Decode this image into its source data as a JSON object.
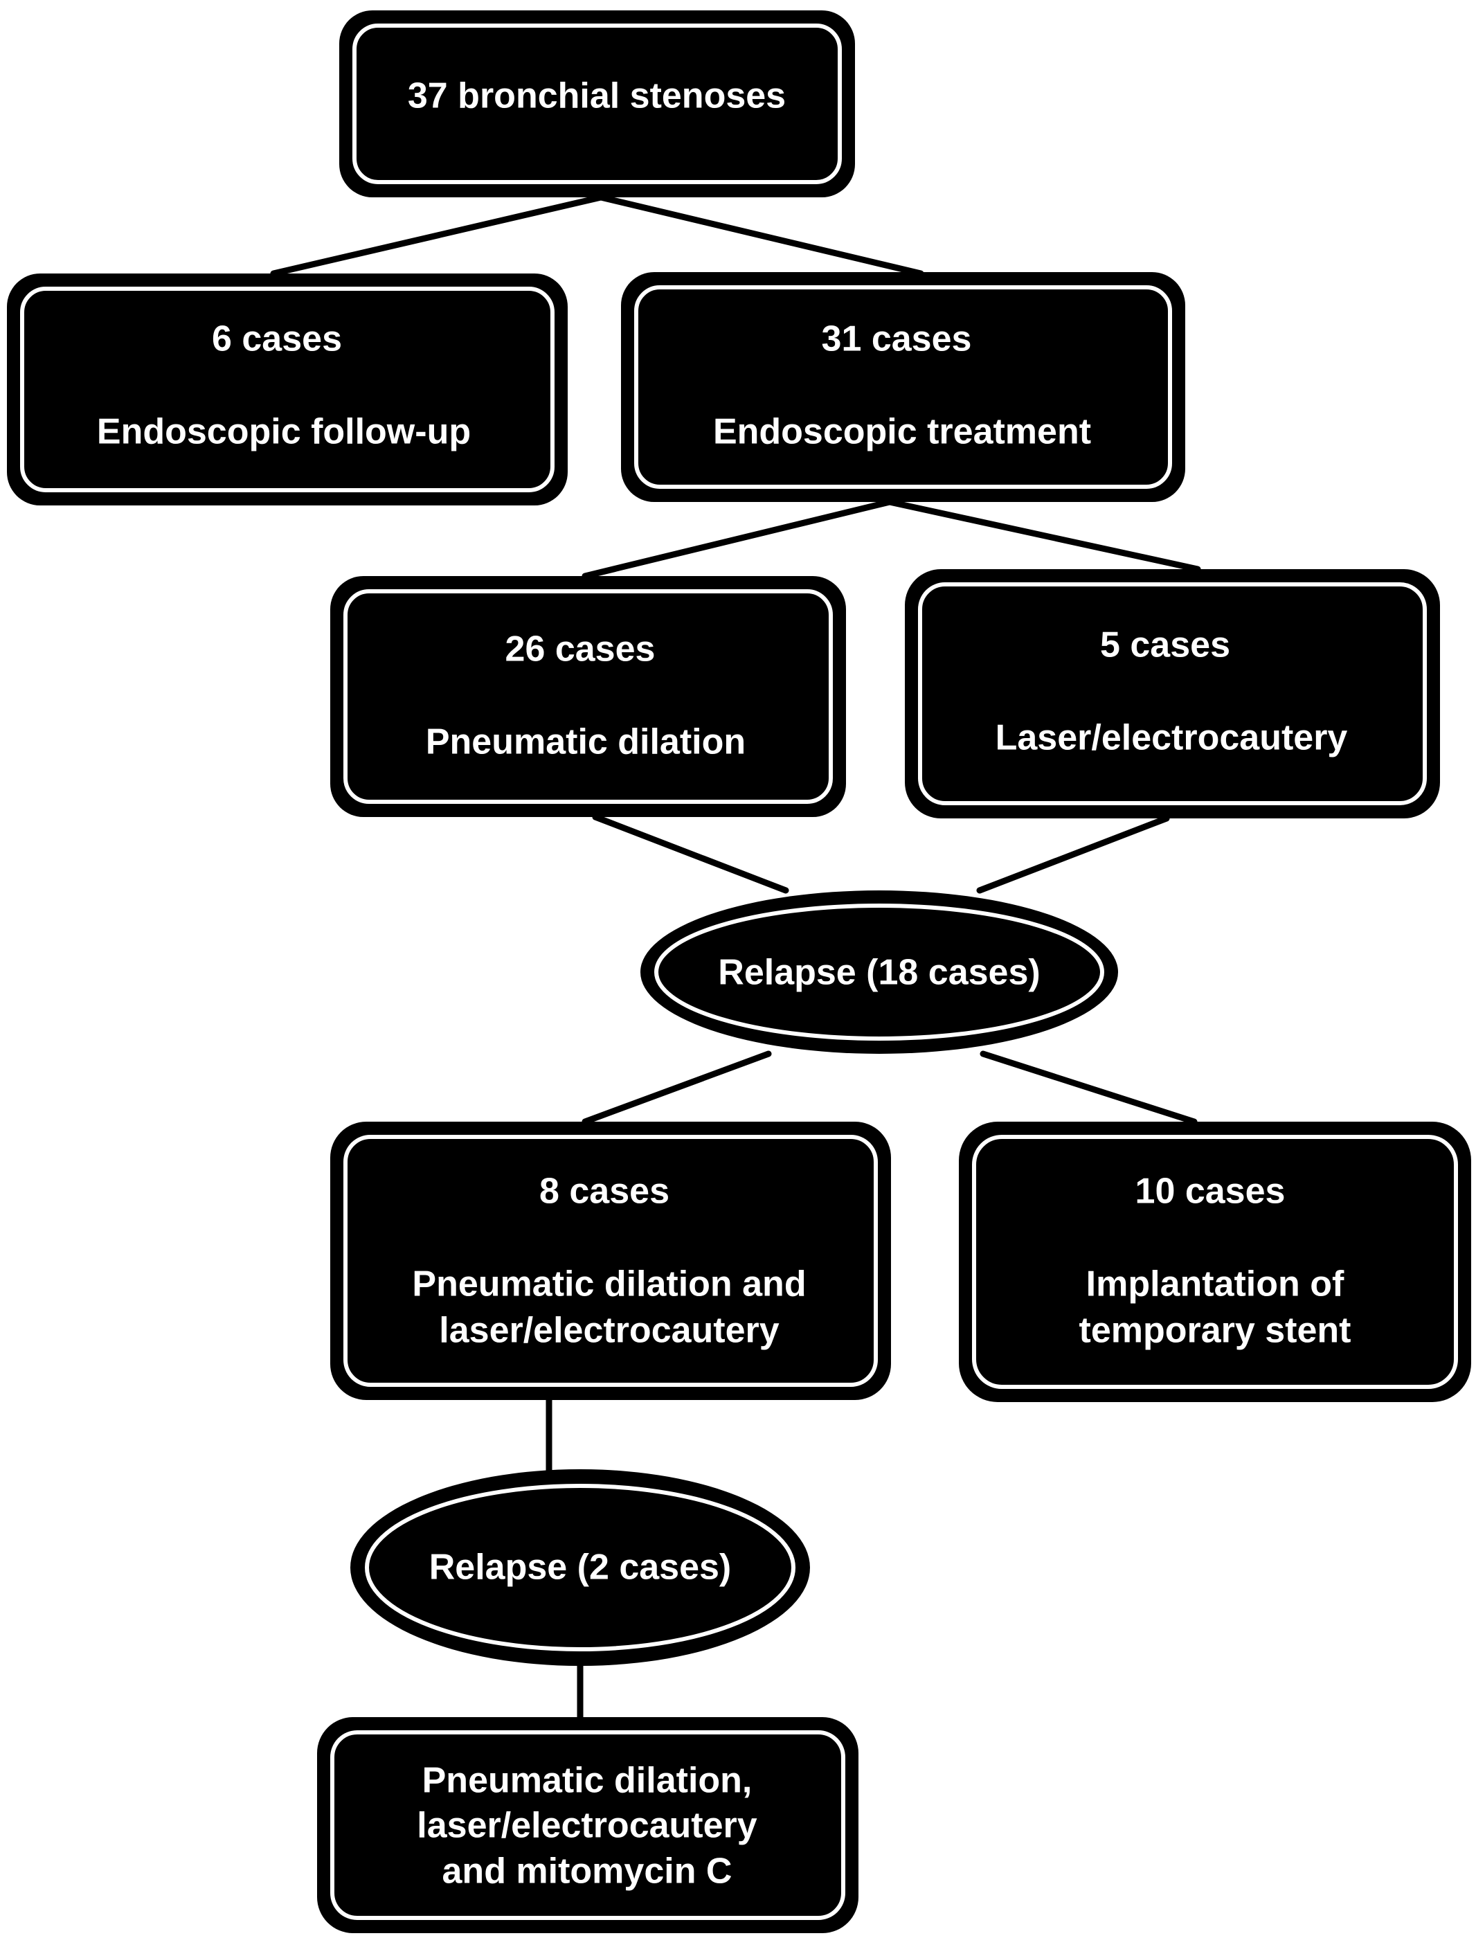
{
  "diagram": {
    "root": {
      "line1": "37 bronchial stenoses"
    },
    "followup": {
      "count": "6 cases",
      "label": "Endoscopic follow-up"
    },
    "treatment": {
      "count": "31 cases",
      "label": "Endoscopic treatment"
    },
    "pneumatic": {
      "count": "26 cases",
      "label": "Pneumatic dilation"
    },
    "laser": {
      "count": "5 cases",
      "label": "Laser/electrocautery"
    },
    "relapse1": {
      "label": "Relapse (18 cases)"
    },
    "combined": {
      "count": "8 cases",
      "label_line1": "Pneumatic dilation and",
      "label_line2": "laser/electrocautery"
    },
    "stent": {
      "count": "10 cases",
      "label_line1": "Implantation of",
      "label_line2": "temporary stent"
    },
    "relapse2": {
      "label": "Relapse (2 cases)"
    },
    "final": {
      "line1": "Pneumatic dilation,",
      "line2": "laser/electrocautery",
      "line3": "and mitomycin C"
    }
  }
}
